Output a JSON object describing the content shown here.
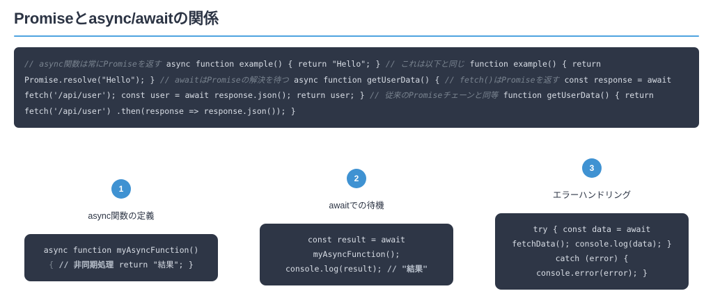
{
  "header": {
    "title": "Promiseとasync/awaitの関係",
    "accent_color": "#4ea3e0"
  },
  "main_code": {
    "background_color": "#2e3646",
    "text_color": "#d8dde5",
    "comment_color": "#79838f",
    "segments": [
      {
        "type": "comment",
        "text": "// async関数は常にPromiseを返す"
      },
      {
        "type": "code",
        "text": "async function example() { return \"Hello\"; }"
      },
      {
        "type": "comment",
        "text": "// これは以下と同じ"
      },
      {
        "type": "code",
        "text": "function example() { return Promise.resolve(\"Hello\"); }"
      },
      {
        "type": "comment",
        "text": "// awaitはPromiseの解決を待つ"
      },
      {
        "type": "code",
        "text": "async function getUserData() {"
      },
      {
        "type": "comment",
        "text": "// fetch()はPromiseを返す"
      },
      {
        "type": "code",
        "text": "const response = await fetch('/api/user'); const user = await response.json(); return user; }"
      },
      {
        "type": "comment",
        "text": "// 従来のPromiseチェーンと同等"
      },
      {
        "type": "code",
        "text": "function getUserData() { return fetch('/api/user') .then(response => response.json()); }"
      }
    ],
    "plain_text": "// async関数は常にPromiseを返す async function example() { return \"Hello\"; } // これは以下と同じ function example() { return Promise.resolve(\"Hello\"); } // awaitはPromiseの解決を待つ async function getUserData() { // fetch()はPromiseを返す const response = await fetch('/api/user'); const user = await response.json(); return user; } // 従来のPromiseチェーンと同等 function getUserData() { return fetch('/api/user') .then(response => response.json()); }"
  },
  "steps": [
    {
      "number": "1",
      "label": "async関数の定義",
      "code_line_1": "async function myAsyncFunction()",
      "code_line_2_pre": "{ ",
      "code_line_2_comment": "// 非同期処理",
      "code_line_2_post": " return \"結果\"; }"
    },
    {
      "number": "2",
      "label": "awaitでの待機",
      "code_line_1": "const result = await",
      "code_line_2": "myAsyncFunction();",
      "code_line_3_pre": "console.log(result); ",
      "code_line_3_comment": "// \"結果\""
    },
    {
      "number": "3",
      "label": "エラーハンドリング",
      "code_line_1": "try { const data = await",
      "code_line_2": "fetchData(); console.log(data); }",
      "code_line_3": "catch (error) {",
      "code_line_4": "console.error(error); }"
    }
  ],
  "badge_color": "#3f92d2"
}
